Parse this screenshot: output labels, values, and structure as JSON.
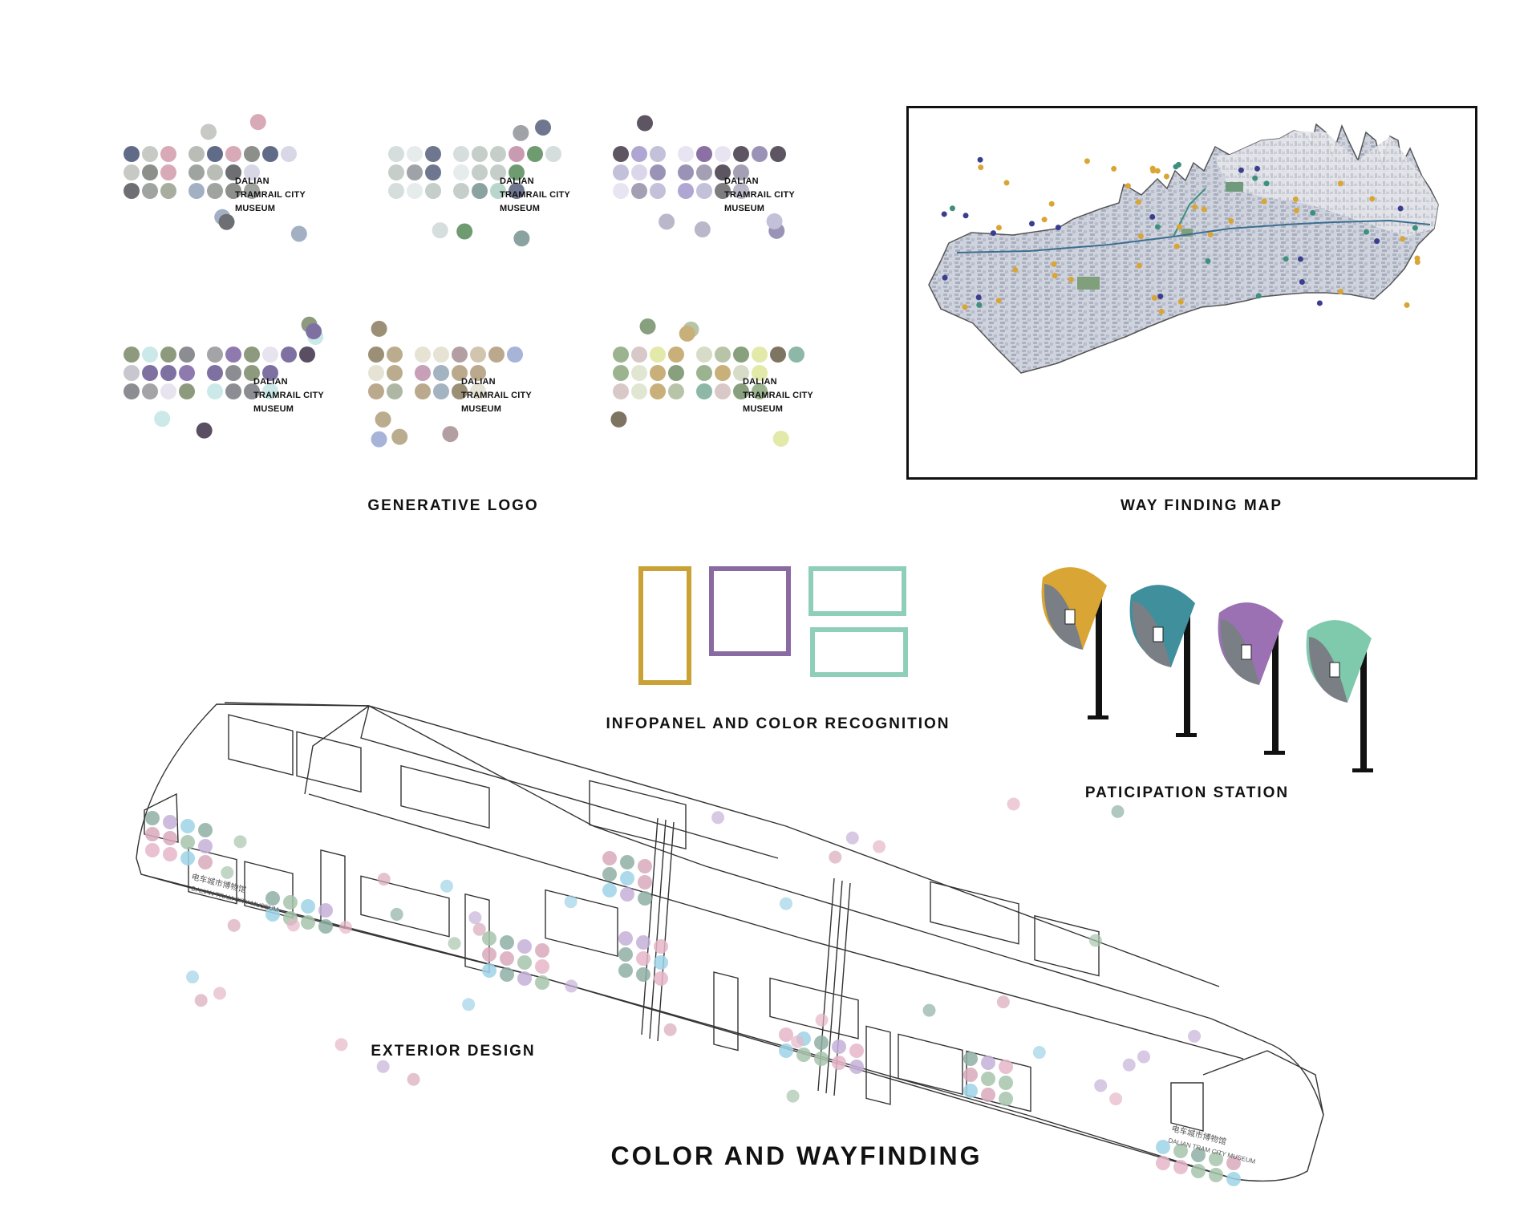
{
  "page": {
    "title": "COLOR AND WAYFINDING"
  },
  "sections": {
    "generative_logo": "GENERATIVE LOGO",
    "way_finding_map": "WAY FINDING MAP",
    "infopanel": "INFOPANEL AND COLOR RECOGNITION",
    "participation": "PATICIPATION STATION",
    "exterior": "EXTERIOR DESIGN"
  },
  "logo": {
    "line1": "DALIAN",
    "line2": "TRAMRAIL CITY",
    "line3": "MUSEUM"
  },
  "tram_text": {
    "chinese": "电车城市博物馆",
    "english": "DALIAN TRAM CITY MUSEUM"
  },
  "colors": {
    "gold": "#c9a135",
    "purple": "#8a6aa3",
    "teal": "#8fcfba",
    "station_gold": "#d9a534",
    "station_teal": "#3f8f9d",
    "station_purple": "#9b71b4",
    "station_mint": "#7fc9ad"
  },
  "palettes": [
    [
      "#9fa4a0",
      "#8c8f8a",
      "#6e6f73",
      "#b9bdb6",
      "#a7ad9f",
      "#c7c9c4",
      "#d8d7e6",
      "#5f6b87",
      "#d8a9b6",
      "#a3b0c3"
    ],
    [
      "#6f768f",
      "#8aa3a0",
      "#a9b9b2",
      "#c5cec9",
      "#6f9b71",
      "#d5dedd",
      "#e6ecec",
      "#c99bb2",
      "#b8d6cc",
      "#9fa3a8"
    ],
    [
      "#8c6fa4",
      "#9a93b6",
      "#c3c0da",
      "#a59fb3",
      "#5e5563",
      "#7f7c80",
      "#dcd6ea",
      "#b0a6d3",
      "#e9e4f1",
      "#b9b7c9"
    ],
    [
      "#a3a3a8",
      "#8b8d92",
      "#7e71a2",
      "#8e9a7d",
      "#c8c7cf",
      "#5a4f62",
      "#e8e4ef",
      "#c8b58f",
      "#cbe9e8",
      "#8f7ab0"
    ],
    [
      "#b39fa2",
      "#9b8f76",
      "#bba98e",
      "#d2c5b0",
      "#aeb7a4",
      "#e6e3d5",
      "#a3b3c0",
      "#c79fb6",
      "#a8b3d8",
      "#baac8d"
    ],
    [
      "#9bb48f",
      "#88a07e",
      "#7e7462",
      "#b8c4a8",
      "#d7dcc9",
      "#e1e6d3",
      "#8db7a7",
      "#e3e9a9",
      "#c9b07a",
      "#d8c8c8"
    ]
  ]
}
